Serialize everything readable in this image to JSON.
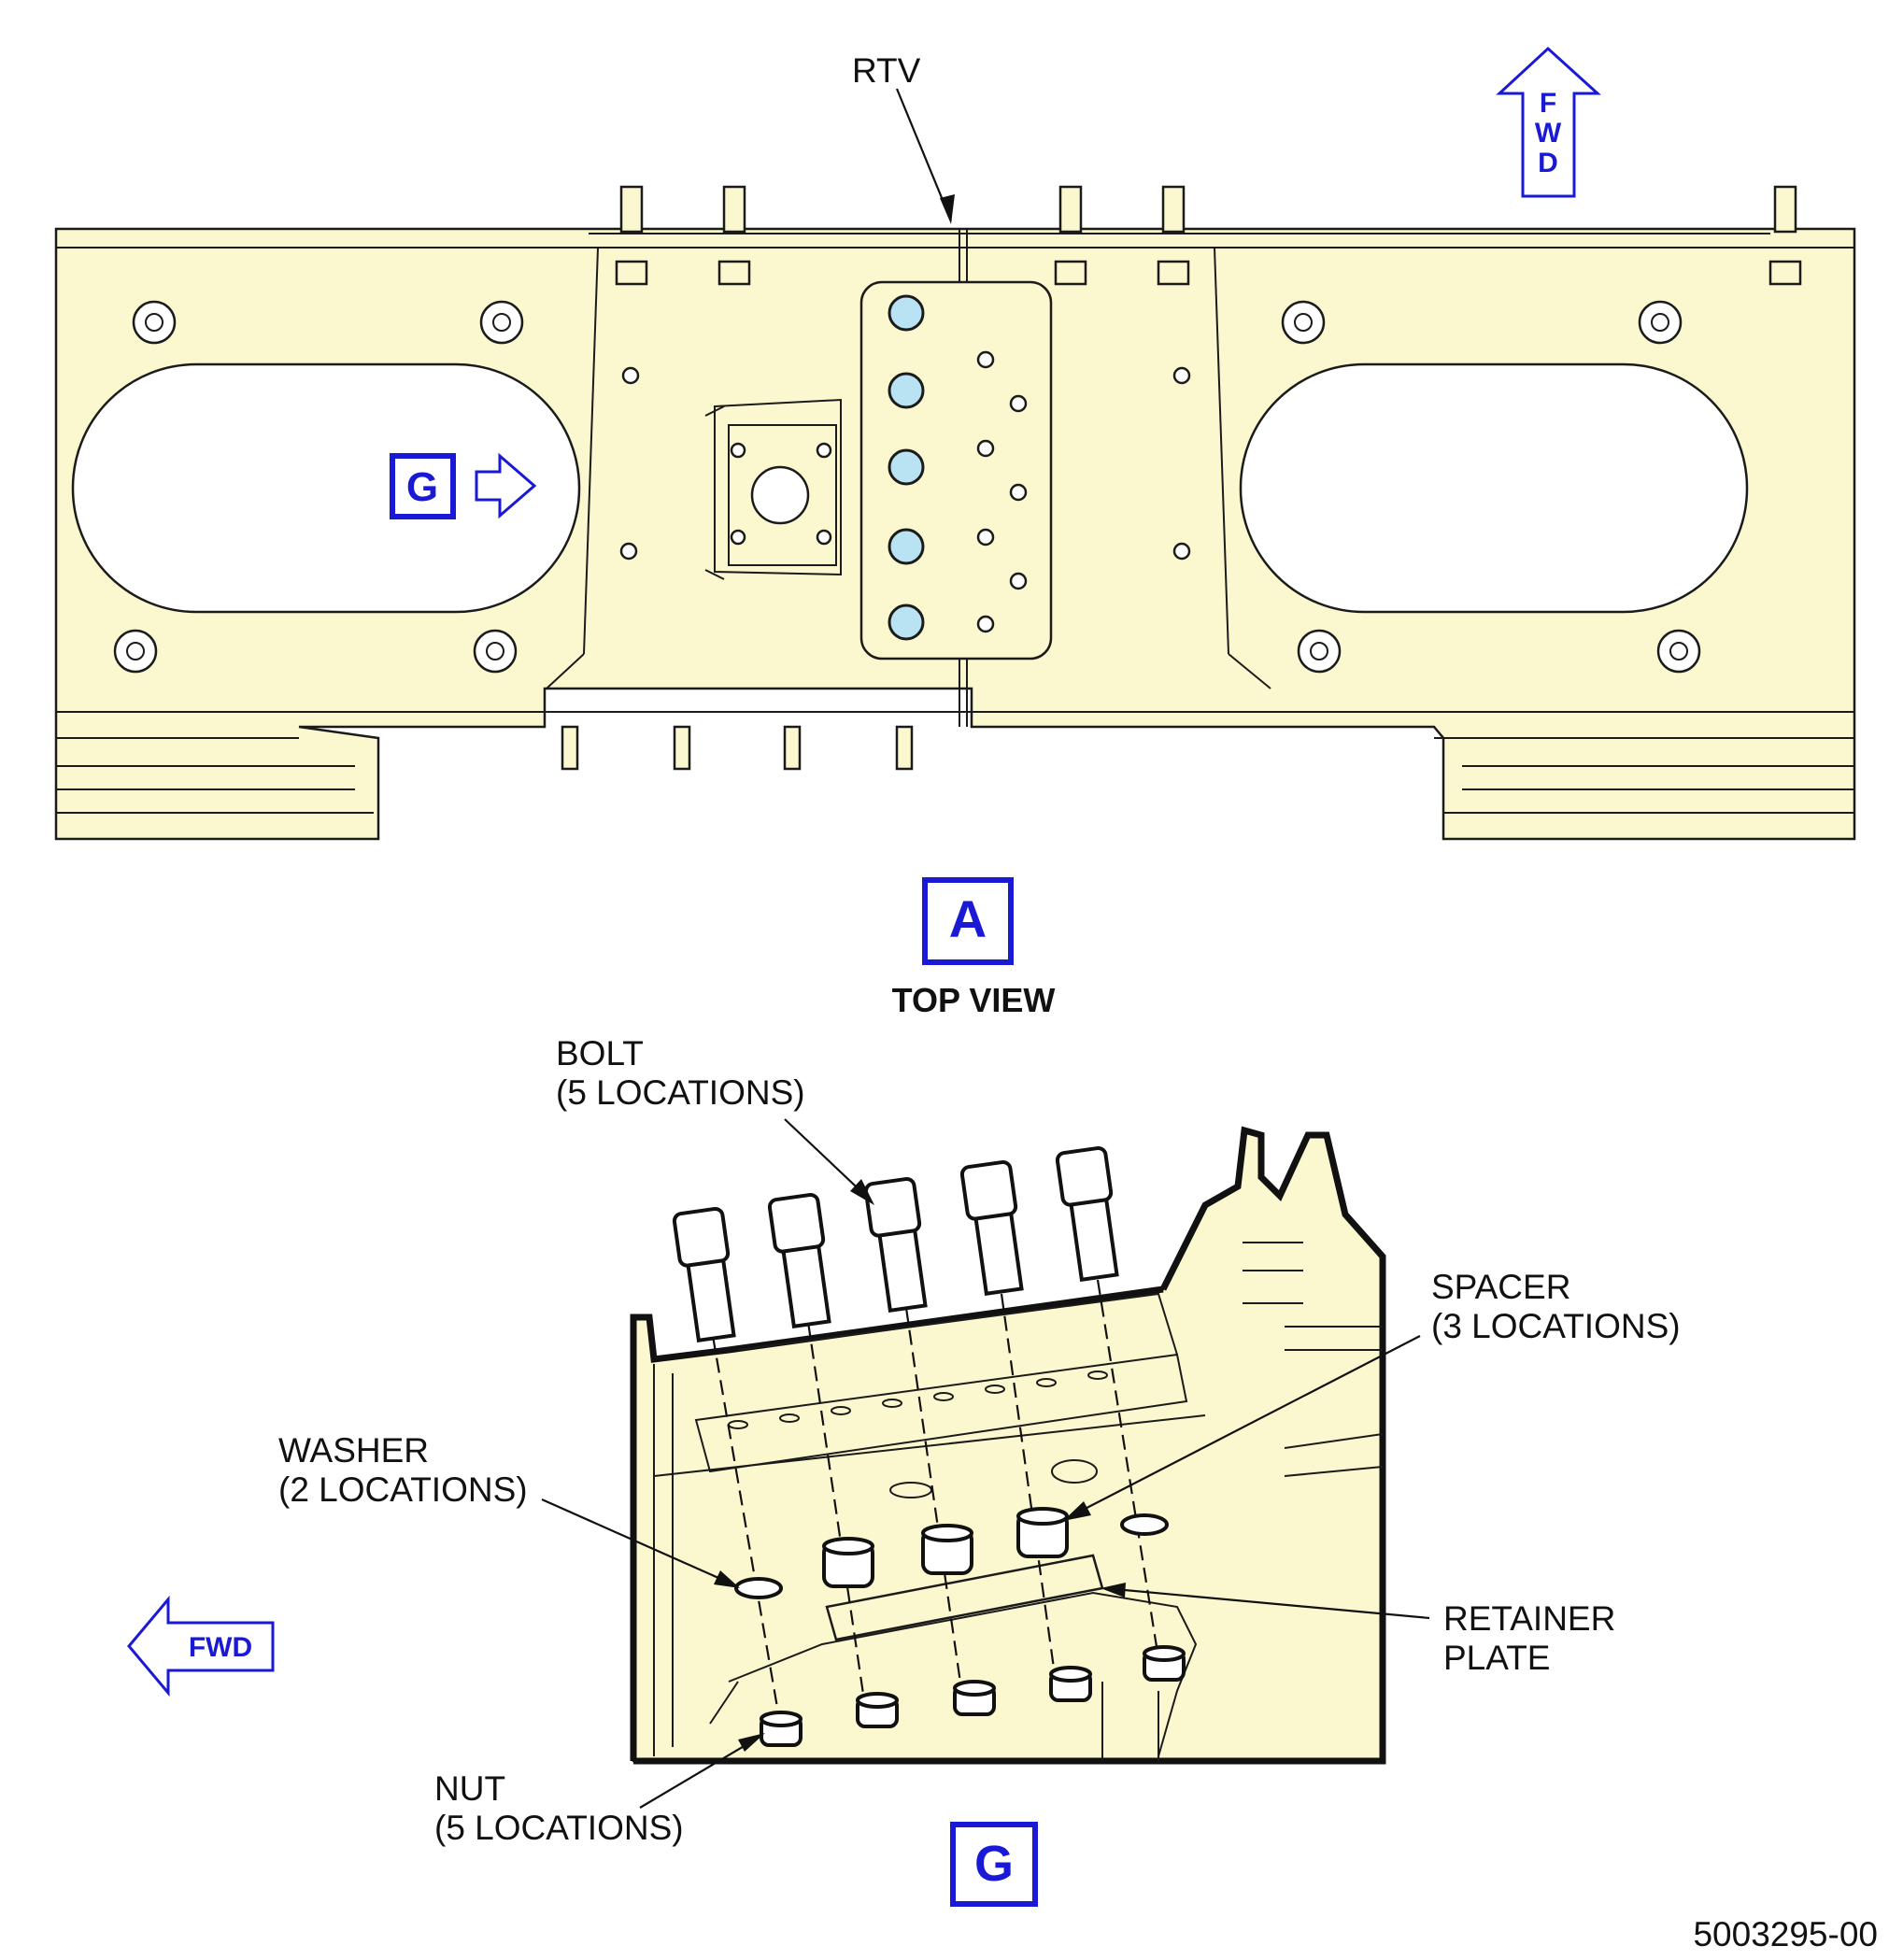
{
  "top_view": {
    "rtv_label": "RTV",
    "fwd_letters": [
      "F",
      "W",
      "D"
    ],
    "view_g_callout": "G",
    "view_a_callout": "A",
    "title": "TOP VIEW"
  },
  "view_g": {
    "callout": "G",
    "fwd_label": "FWD",
    "bolt": {
      "line1": "BOLT",
      "line2": "(5 LOCATIONS)"
    },
    "spacer": {
      "line1": "SPACER",
      "line2": "(3 LOCATIONS)"
    },
    "washer": {
      "line1": "WASHER",
      "line2": "(2 LOCATIONS)"
    },
    "retainer": {
      "line1": "RETAINER",
      "line2": "PLATE"
    },
    "nut": {
      "line1": "NUT",
      "line2": "(5 LOCATIONS)"
    }
  },
  "figure_id": "5003295-00",
  "colors": {
    "part_fill": "#fbf8cf",
    "callout_blue": "#1a1ad6",
    "bolt_head": "#b9e3f2"
  }
}
